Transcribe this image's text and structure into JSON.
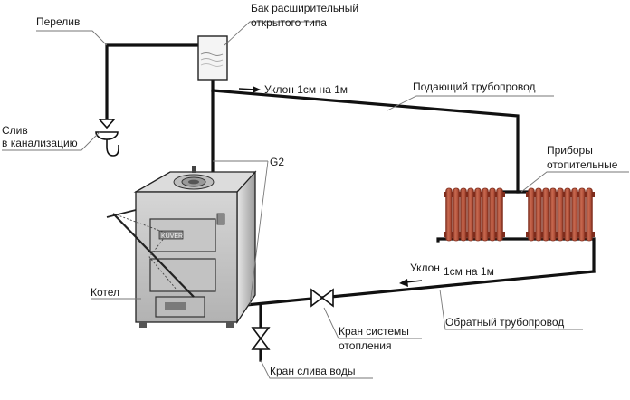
{
  "labels": {
    "overflow": "Перелив",
    "tank_line1": "Бак расширительный",
    "tank_line2": "открытого типа",
    "drain_line1": "Слив",
    "drain_line2": "в канализацию",
    "slope_top": "Уклон 1см на 1м",
    "supply_pipe": "Подающий трубопровод",
    "radiators_line1": "Приборы",
    "radiators_line2": "отопительные",
    "g2": "G2",
    "boiler_brand": "KUVER",
    "boiler": "Котел",
    "slope_bottom_left": "Уклон",
    "slope_bottom_right": "1см на 1м",
    "return_pipe": "Обратный трубопровод",
    "heating_valve_line1": "Кран системы",
    "heating_valve_line2": "отопления",
    "drain_valve": "Кран слива воды"
  },
  "colors": {
    "pipe": "#111111",
    "radiator": "#b5533c",
    "radiator_dark": "#7e2c1c",
    "boiler_body": "#cfcfcf",
    "leader": "#777777"
  },
  "icons": {
    "flow_arrow": "arrow-right-icon",
    "return_arrow": "arrow-left-icon",
    "valve": "bowtie-valve-icon",
    "drain_funnel": "funnel-icon"
  }
}
